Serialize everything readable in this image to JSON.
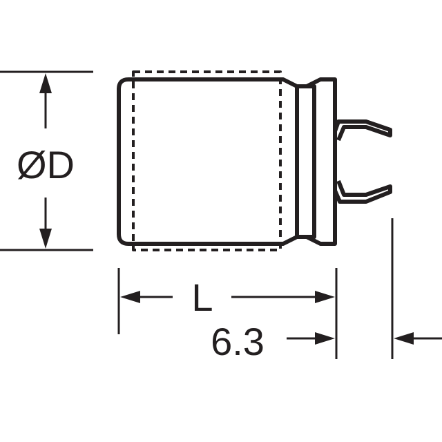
{
  "labels": {
    "diameter": "ØD",
    "length": "L",
    "lead_offset": "6.3"
  },
  "colors": {
    "stroke": "#231f20",
    "background": "#ffffff"
  }
}
